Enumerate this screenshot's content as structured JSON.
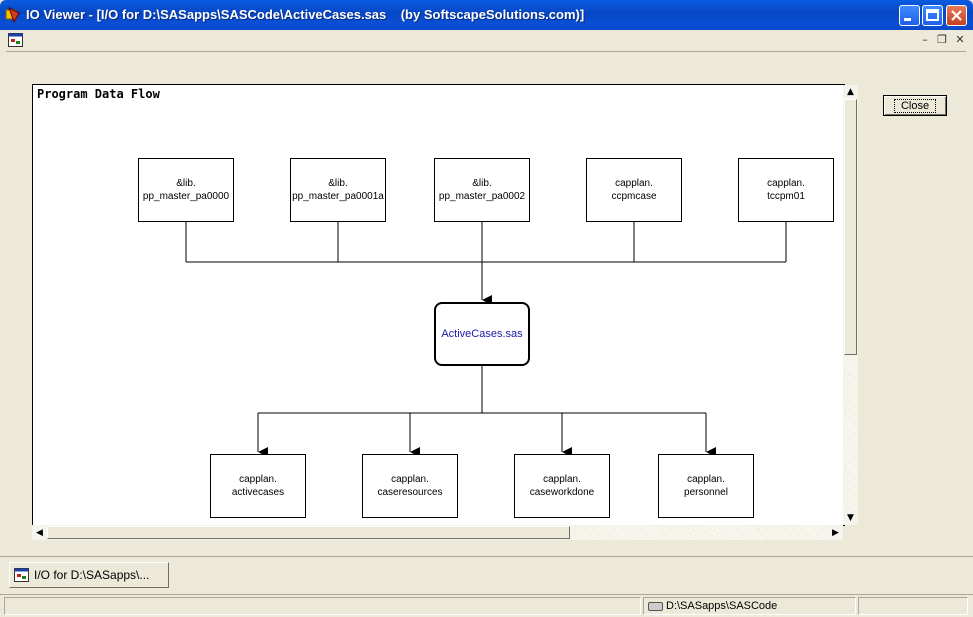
{
  "window": {
    "title": "IO Viewer - [I/O for D:\\SASapps\\SASCode\\ActiveCases.sas    (by SoftscapeSolutions.com)]",
    "controls": [
      "minimize-icon",
      "maximize-icon",
      "close-icon"
    ],
    "mdi_controls": {
      "minimize": "–",
      "restore": "❐",
      "close": "✕"
    }
  },
  "canvas": {
    "title": "Program Data Flow",
    "inputs": [
      {
        "line1": "&lib.",
        "line2": "pp_master_pa0000"
      },
      {
        "line1": "&lib.",
        "line2": "pp_master_pa0001a"
      },
      {
        "line1": "&lib.",
        "line2": "pp_master_pa0002"
      },
      {
        "line1": "capplan.",
        "line2": "ccpmcase"
      },
      {
        "line1": "capplan.",
        "line2": "tccpm01"
      }
    ],
    "program": "ActiveCases.sas",
    "outputs": [
      {
        "line1": "capplan.",
        "line2": "activecases"
      },
      {
        "line1": "capplan.",
        "line2": "caseresources"
      },
      {
        "line1": "capplan.",
        "line2": "caseworkdone"
      },
      {
        "line1": "capplan.",
        "line2": "personnel"
      }
    ]
  },
  "buttons": {
    "close": "Close"
  },
  "task_tab": {
    "label": "I/O for D:\\SASapps\\..."
  },
  "statusbar": {
    "path": "D:\\SASapps\\SASCode"
  },
  "colors": {
    "titlebar": "#0a5be0",
    "program_text": "#1a1aa8",
    "background": "#ece9d8"
  }
}
